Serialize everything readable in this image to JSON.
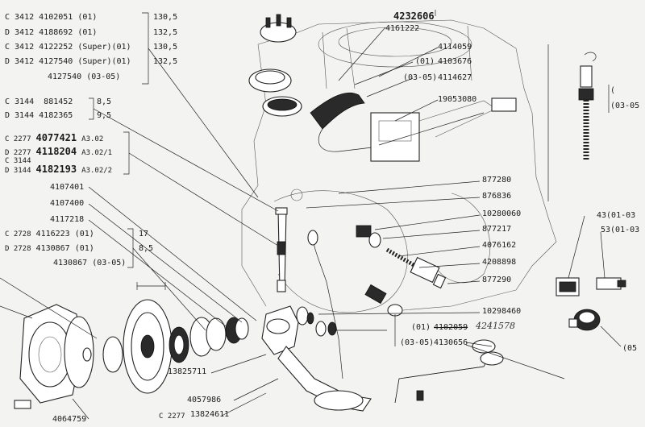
{
  "groups": {
    "g1": [
      {
        "prefix": "C 3412",
        "part": "4102051",
        "note": "(01)",
        "val": "130,5"
      },
      {
        "prefix": "D 3412",
        "part": "4188692",
        "note": "(01)",
        "val": "132,5"
      },
      {
        "prefix": "C 3412",
        "part": "4122252",
        "note": "(Super)(01)",
        "val": "130,5"
      },
      {
        "prefix": "D 3412",
        "part": "4127540",
        "note": "(Super)(01)",
        "val": "132,5"
      },
      {
        "prefix": "",
        "part": "4127540",
        "note": "(03-05)",
        "val": ""
      }
    ],
    "g2": [
      {
        "prefix": "C 3144",
        "part": "881452",
        "val": "8,5"
      },
      {
        "prefix": "D 3144",
        "part": "4182365",
        "val": "9,5"
      }
    ],
    "g3": [
      {
        "prefix": "C 2277",
        "part": "4077421",
        "val": "A3.02"
      },
      {
        "prefix": "D 2277",
        "part": "4118204",
        "val": "A3.02/1"
      },
      {
        "prefix": "C 3144",
        "part": "",
        "val": ""
      },
      {
        "prefix": "D 3144",
        "part": "4182193",
        "val": "A3.02/2"
      }
    ],
    "g4": [
      {
        "prefix": "C 2728",
        "part": "4116223",
        "note": "(01)",
        "val": "17"
      },
      {
        "prefix": "D 2728",
        "part": "4130867",
        "note": "(01)",
        "val": "8,5"
      },
      {
        "prefix": "",
        "part": "4130867",
        "note": "(03-05)",
        "val": ""
      }
    ]
  },
  "left_labels": {
    "l1": "4107401",
    "l2": "4107400",
    "l3": "4117218"
  },
  "top_labels": {
    "t1": "4232606",
    "t2": "4161222",
    "t3": "4114059",
    "t4": "(01)",
    "t5": "4103676",
    "t6": "(03-05)",
    "t7": "4114627",
    "t8": "19053080"
  },
  "right_labels": {
    "r1": "877280",
    "r2": "876836",
    "r3": "10280060",
    "r4": "877217",
    "r5": "4076162",
    "r6": "4208898",
    "r7": "877290",
    "r8": "10298460",
    "r9a": "(01)",
    "r9b": "4102059",
    "r9c": "(03-05)",
    "r9d": "4130656"
  },
  "handwritten": "4241578",
  "far_right": {
    "a": "(",
    "b": "(03-05",
    "c": "43(01-03",
    "d": "53(01-03",
    "e": "(05"
  },
  "bottom_labels": {
    "b1": "13825711",
    "b2": "4057986",
    "b3": "C 2277",
    "b4": "13824611",
    "b5": "4064759"
  }
}
